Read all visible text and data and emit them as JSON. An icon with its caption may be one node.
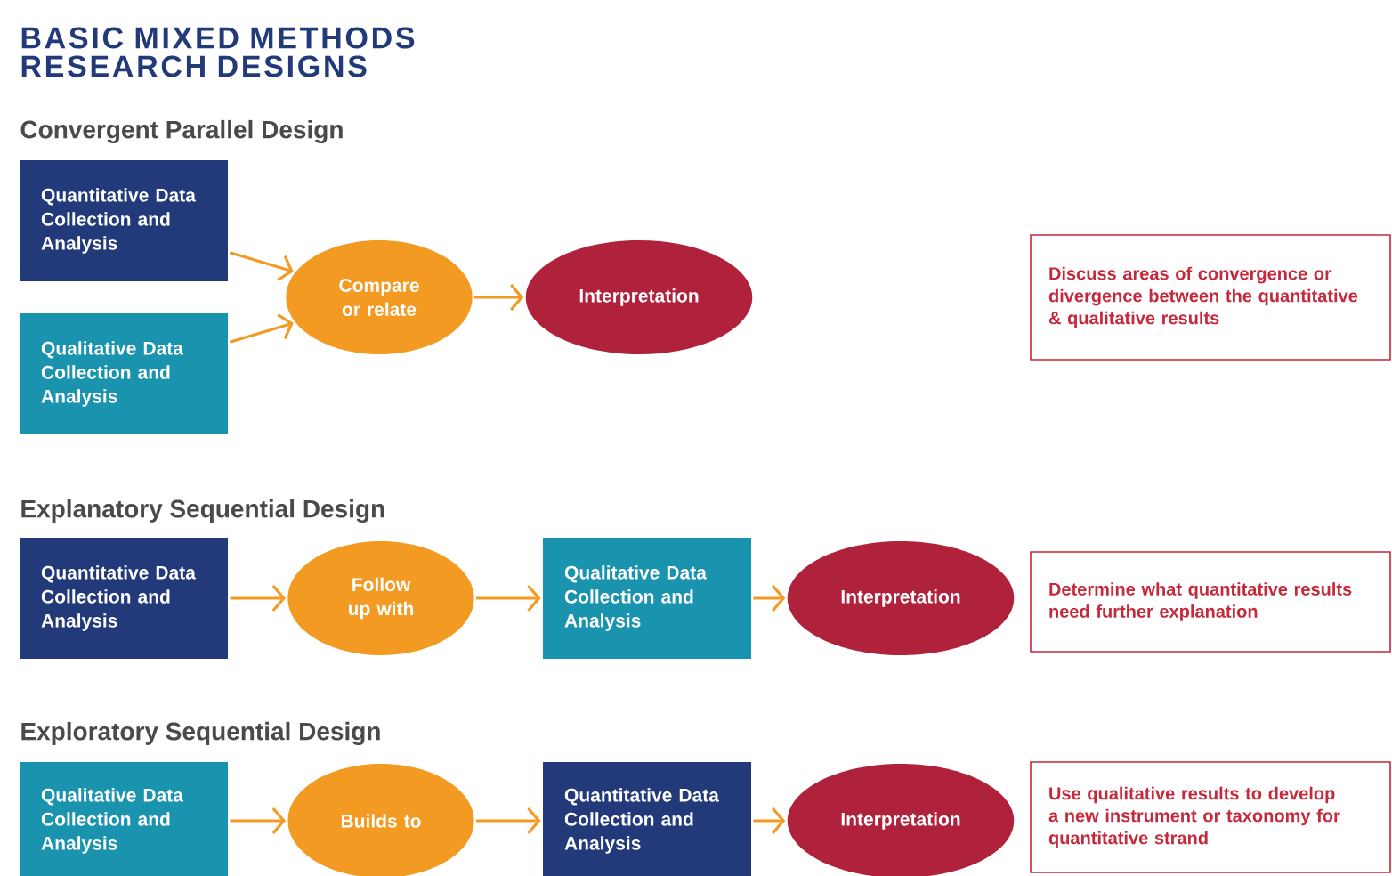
{
  "diagram": {
    "title": "BASIC MIXED METHODS RESEARCH DESIGNS",
    "nodes": [
      {
        "text": [
          "Quantitative Data Collection and Analysis"
        ]
      },
      {
        "text": [
          "Qualitative Data Collection and Analysis"
        ]
      },
      {
        "text": [
          "Compare or relate"
        ]
      },
      {
        "text": [
          "Interpretation"
        ]
      },
      {
        "text": [
          "Discuss areas of convergence or divergence between the quantitative & qualitative results"
        ]
      },
      {
        "text": [
          "Quantitative Data Collection and Analysis"
        ]
      },
      {
        "text": [
          "Follow up with"
        ]
      },
      {
        "text": [
          "Qualitative Data Collection and Analysis"
        ]
      },
      {
        "text": [
          "Interpretation"
        ]
      },
      {
        "text": [
          "Determine what quantitative results need further explanation"
        ]
      },
      {
        "text": [
          "Qualitative Data Collection and Analysis"
        ]
      },
      {
        "text": [
          "Builds to"
        ]
      },
      {
        "text": [
          "Quantitative Data Collection and Analysis"
        ]
      },
      {
        "text": [
          "Interpretation"
        ]
      },
      {
        "text": [
          "Use qualitative results to develop a new instrument or taxonomy for quantitative strand"
        ]
      }
    ],
    "edges": [
      {
        "from": 0,
        "to": 2,
        "arrow": "to"
      },
      {
        "from": 1,
        "to": 2,
        "arrow": "to"
      },
      {
        "from": 2,
        "to": 3,
        "arrow": "to"
      },
      {
        "from": 5,
        "to": 6,
        "arrow": "to"
      },
      {
        "from": 6,
        "to": 7,
        "arrow": "to"
      },
      {
        "from": 7,
        "to": 8,
        "arrow": "to"
      },
      {
        "from": 10,
        "to": 11,
        "arrow": "to"
      },
      {
        "from": 11,
        "to": 12,
        "arrow": "to"
      },
      {
        "from": 12,
        "to": 13,
        "arrow": "to"
      }
    ],
    "labels": [
      "Convergent Parallel Design",
      "Explanatory Sequential Design",
      "Exploratory Sequential Design"
    ]
  }
}
